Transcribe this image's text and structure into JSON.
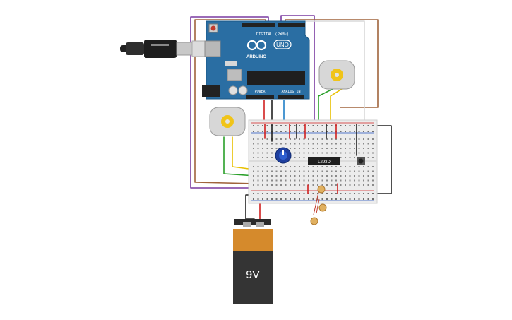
{
  "arduino": {
    "brand": "ARDUINO",
    "model": "UNO",
    "digital_label": "DIGITAL (PWM~)",
    "power_label": "POWER",
    "analog_label": "ANALOG IN"
  },
  "breadboard": {
    "driver_ic_label": "L293D"
  },
  "battery": {
    "voltage_label": "9V"
  },
  "icons": {
    "usb": "usb-cable",
    "motor": "dc-motor",
    "pot": "potentiometer",
    "button": "pushbutton",
    "ldr": "photoresistor"
  },
  "colors": {
    "board": "#2a6ea3",
    "battery_top": "#d58a2c",
    "battery_body": "#343434",
    "breadboard": "#ececec",
    "motor_hub": "#f0c419",
    "wire_red": "#d02020",
    "wire_black": "#222222",
    "wire_blue": "#1f7fc7",
    "wire_green": "#2aa02a",
    "wire_yellow": "#e8c000",
    "wire_purple": "#7a3aa0",
    "wire_brown": "#a0643c",
    "wire_white": "#d8d8d8"
  }
}
